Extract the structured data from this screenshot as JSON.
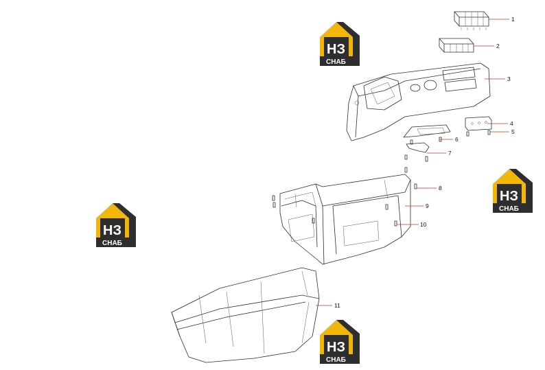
{
  "diagram": {
    "callouts": [
      {
        "number": "1"
      },
      {
        "number": "2"
      },
      {
        "number": "3"
      },
      {
        "number": "4"
      },
      {
        "number": "5"
      },
      {
        "number": "6"
      },
      {
        "number": "7"
      },
      {
        "number": "8"
      },
      {
        "number": "9"
      },
      {
        "number": "10"
      },
      {
        "number": "11"
      }
    ]
  },
  "watermark": {
    "letters": "НЗ",
    "caption": "СНАБ",
    "colors": {
      "yellow": "#f2b705",
      "dark": "#2e2e2e"
    }
  },
  "colors": {
    "leader": "#c0392b",
    "line": "#2b2b2b"
  }
}
